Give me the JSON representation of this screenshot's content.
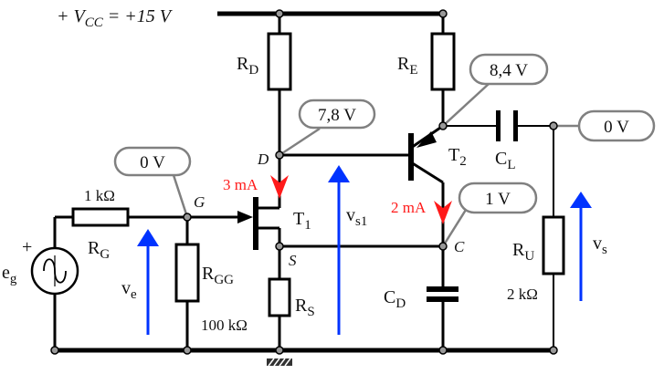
{
  "supply": {
    "prefix": "+ V",
    "sub": "CC",
    "value": " = +15 V"
  },
  "components": {
    "RD": {
      "main": "R",
      "sub": "D"
    },
    "RE": {
      "main": "R",
      "sub": "E"
    },
    "RG": {
      "main": "R",
      "sub": "G",
      "value": "1 kΩ"
    },
    "RGG": {
      "main": "R",
      "sub": "GG",
      "value": "100 kΩ"
    },
    "RS": {
      "main": "R",
      "sub": "S"
    },
    "RU": {
      "main": "R",
      "sub": "U",
      "value": "2 kΩ"
    },
    "CL": {
      "main": "C",
      "sub": "L"
    },
    "CD": {
      "main": "C",
      "sub": "D"
    },
    "T1": {
      "main": "T",
      "sub": "1"
    },
    "T2": {
      "main": "T",
      "sub": "2"
    },
    "eg": {
      "main": "e",
      "sub": "g",
      "polarity": "+"
    }
  },
  "nodes": {
    "D": "D",
    "G": "G",
    "S": "S",
    "C": "C"
  },
  "voltage_bubbles": {
    "gate": "0 V",
    "drain": "7,8 V",
    "emitter": "8,4 V",
    "output": "0 V",
    "collector": "1 V"
  },
  "currents": {
    "drain": "3 mA",
    "collector": "2 mA"
  },
  "voltages": {
    "ve": {
      "main": "v",
      "sub": "e"
    },
    "vs1": {
      "main": "v",
      "sub": "s1"
    },
    "vs": {
      "main": "v",
      "sub": "s"
    }
  },
  "colors": {
    "wire": "#000000",
    "current": "#ff1a1a",
    "voltage_arrow": "#0033ff",
    "bubble": "#808080",
    "node": "#999999"
  }
}
